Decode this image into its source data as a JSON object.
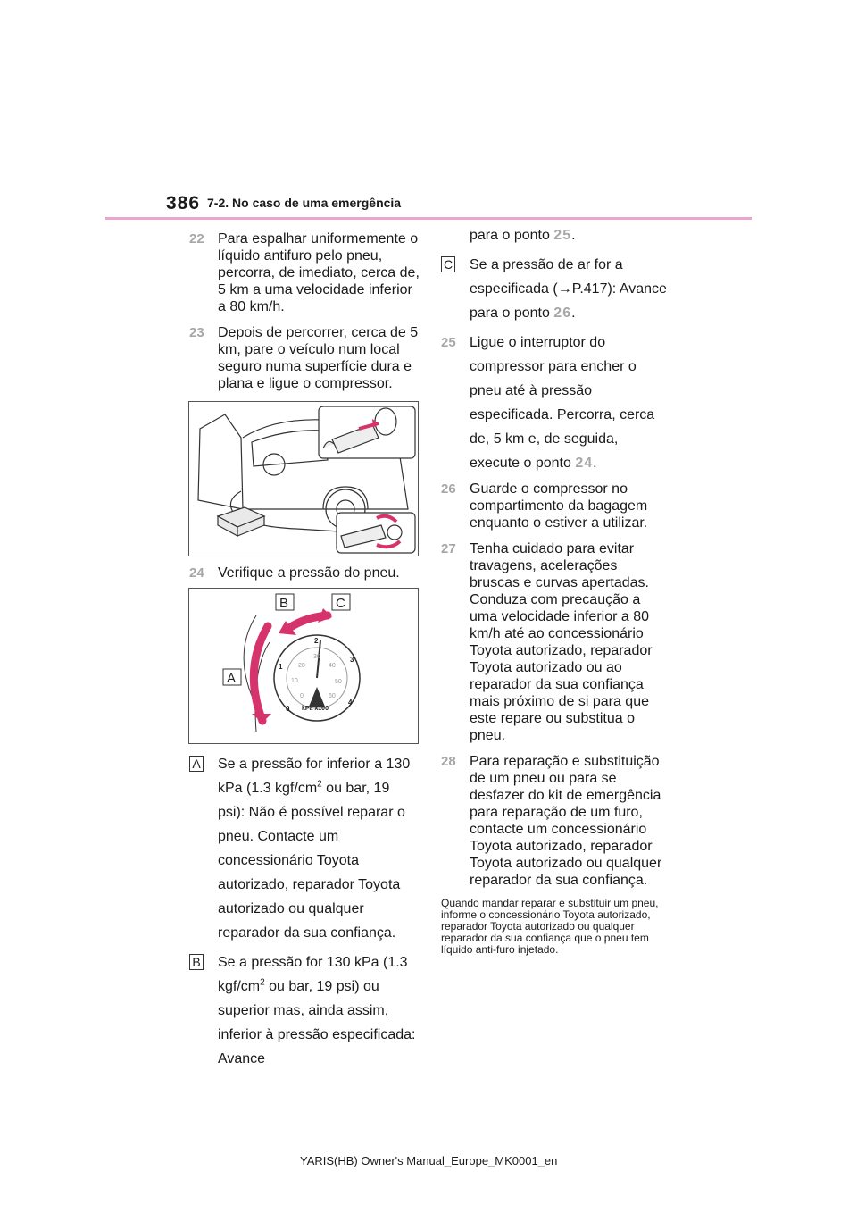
{
  "header": {
    "page_number": "386",
    "section_title": "7-2. No caso de uma emergência"
  },
  "left": {
    "step22": {
      "num": "22",
      "text": "Para espalhar uniformemente o líquido antifuro pelo pneu, percorra, de imediato, cerca de, 5 km a uma velocidade inferior a 80 km/h."
    },
    "step23": {
      "num": "23",
      "text": "Depois de percorrer, cerca de 5 km, pare o veículo num local seguro numa superfície dura e plana e ligue o compressor."
    },
    "step24": {
      "num": "24",
      "text": "Verifique a pressão do pneu."
    },
    "gauge": {
      "label_a": "A",
      "label_b": "B",
      "label_c": "C",
      "unit": "kPa x100",
      "outer_ticks": [
        "0",
        "1",
        "2",
        "3",
        "4"
      ],
      "inner_ticks": [
        "0",
        "10",
        "20",
        "30",
        "40",
        "50",
        "60"
      ]
    },
    "condA": {
      "letter": "A",
      "text1": "Se a pressão for inferior a 130 kPa (1.3 kgf/cm",
      "sup": "2",
      "text2": " ou bar, 19 psi): Não é possível reparar o pneu. Contacte um concessionário Toyota autorizado, reparador Toyota autorizado ou qualquer reparador da sua confiança."
    },
    "condB": {
      "letter": "B",
      "text1": "Se a pressão for 130 kPa (1.3 kgf/cm",
      "sup": "2",
      "text2": " ou bar, 19 psi) ou superior mas, ainda assim, inferior à pressão especificada: Avance"
    }
  },
  "right": {
    "condB_cont": {
      "text": "para o ponto ",
      "ref": "25",
      "end": "."
    },
    "condC": {
      "letter": "C",
      "text": "Se a pressão de ar for a especificada (→P.417): Avance para o ponto ",
      "ref": "26",
      "end": "."
    },
    "step25": {
      "num": "25",
      "text": "Ligue o interruptor do compressor para encher o pneu até à pressão especificada. Percorra, cerca de, 5 km e, de seguida, execute o ponto ",
      "ref": "24",
      "end": "."
    },
    "step26": {
      "num": "26",
      "text": "Guarde o compressor no compartimento da bagagem enquanto o estiver a utilizar."
    },
    "step27": {
      "num": "27",
      "text": "Tenha cuidado para evitar travagens, acelerações bruscas e curvas apertadas. Conduza com precaução a uma velocidade inferior a 80 km/h até ao concessionário Toyota autorizado, reparador Toyota autorizado ou ao reparador da sua confiança mais próximo de si para que este repare ou substitua o pneu."
    },
    "step28": {
      "num": "28",
      "text": "Para reparação e substituição de um pneu ou para se desfazer do kit de emergência para reparação de um furo, contacte um concessionário Toyota autorizado, reparador Toyota autorizado ou qualquer reparador da sua confiança."
    },
    "note": "Quando mandar reparar e substituir um pneu, informe o concessionário Toyota autorizado, reparador Toyota autorizado ou qualquer reparador da sua confiança que o pneu tem líquido anti-furo injetado."
  },
  "footer": "YARIS(HB) Owner's Manual_Europe_MK0001_en"
}
